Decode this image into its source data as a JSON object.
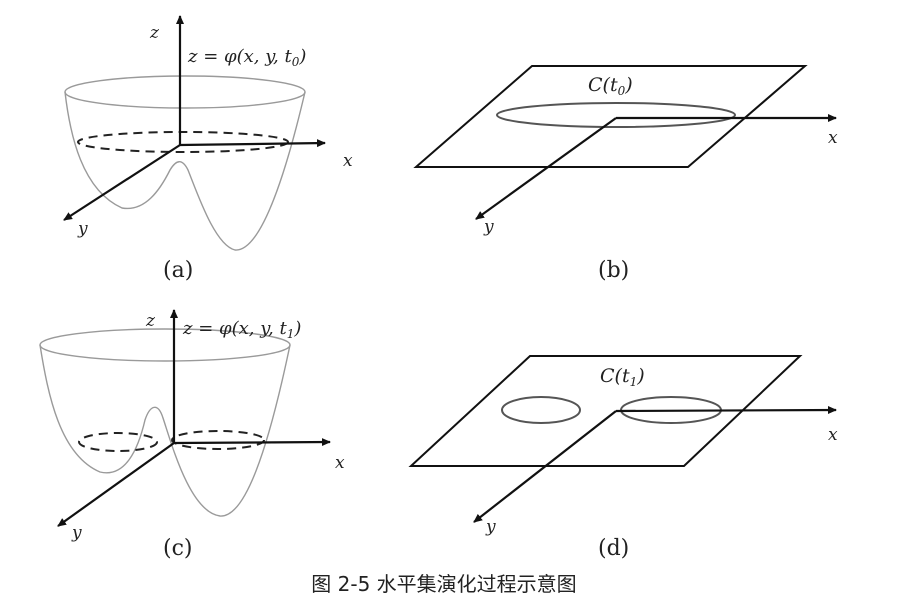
{
  "panels": {
    "a": {
      "caption": "(a)",
      "equation": "z = φ(x, y, t",
      "equation_sub": "0",
      "equation_close": ")",
      "axis_x": "x",
      "axis_y": "y",
      "axis_z": "z"
    },
    "b": {
      "caption": "(b)",
      "contour_label": "C(t",
      "contour_sub": "0",
      "contour_close": ")",
      "axis_x": "x",
      "axis_y": "y"
    },
    "c": {
      "caption": "(c)",
      "equation": "z = φ(x, y, t",
      "equation_sub": "1",
      "equation_close": ")",
      "axis_x": "x",
      "axis_y": "y",
      "axis_z": "z"
    },
    "d": {
      "caption": "(d)",
      "contour_label": "C(t",
      "contour_sub": "1",
      "contour_close": ")",
      "axis_x": "x",
      "axis_y": "y"
    }
  },
  "figure_title": "图 2-5 水平集演化过程示意图"
}
